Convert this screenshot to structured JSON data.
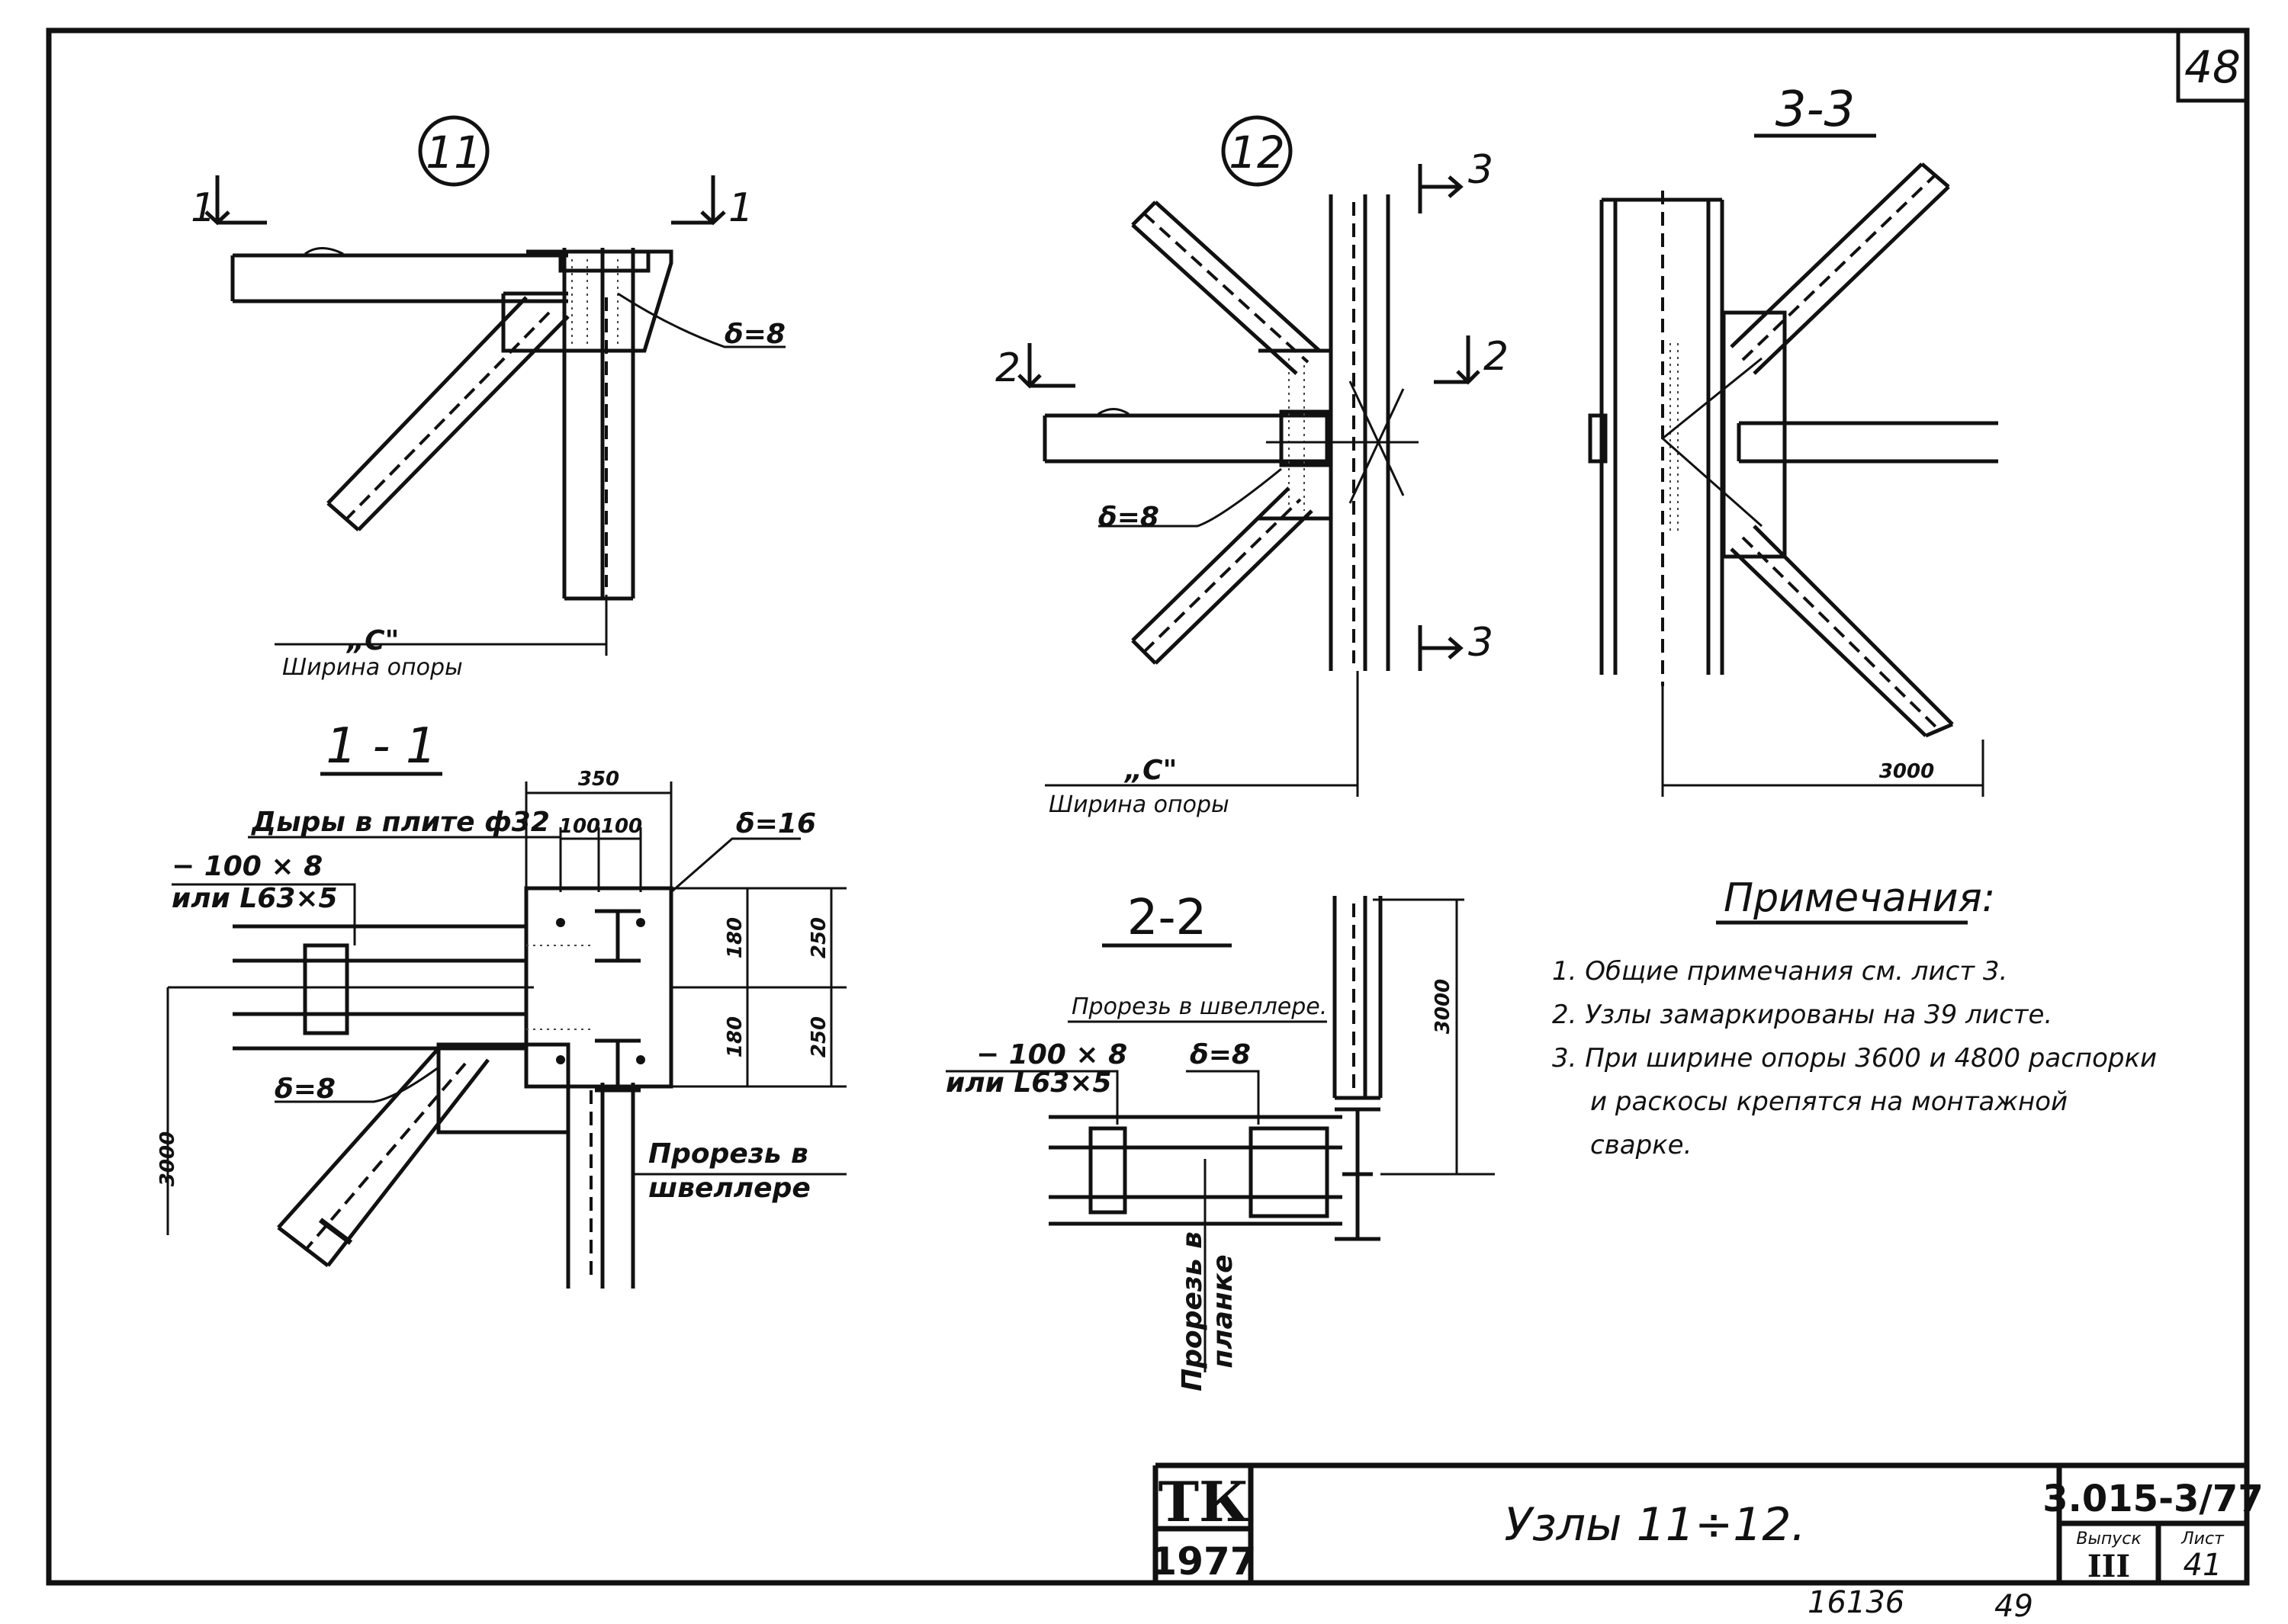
{
  "sheet_corner_number": "48",
  "nodes": {
    "node11": {
      "marker": "11",
      "section_marks": [
        "1",
        "1"
      ],
      "plate_label": "δ=8",
      "c_label": "„С\"",
      "width_label": "Ширина опоры"
    },
    "node12": {
      "marker": "12",
      "section_marks_3": [
        "3",
        "3"
      ],
      "section_marks_2": [
        "2",
        "2"
      ],
      "plate_label": "δ=8",
      "c_label": "„С\"",
      "width_label": "Ширина опоры"
    }
  },
  "section_1_1": {
    "title": "1 - 1",
    "holes_label": "Дыры в плите ф32",
    "plate_label": "δ=16",
    "bar_label_1": "− 100 × 8",
    "bar_label_2": "или L63×5",
    "gusset_label": "δ=8",
    "cut_label_1": "Прорезь в",
    "cut_label_2": "швеллере",
    "dim_350": "350",
    "dim_100a": "100",
    "dim_100b": "100",
    "dim_180a": "180",
    "dim_180b": "180",
    "dim_250a": "250",
    "dim_250b": "250",
    "dim_3000": "3000"
  },
  "section_2_2": {
    "title": "2-2",
    "cut_label": "Прорезь в швеллере.",
    "bar_label_1": "− 100 × 8",
    "bar_label_2": "или L63×5",
    "plate_label": "δ=8",
    "dim_3000": "3000",
    "plank_label_1": "Прорезь в",
    "plank_label_2": "планке"
  },
  "section_3_3": {
    "title": "3-3",
    "dim_3000": "3000"
  },
  "notes": {
    "title": "Примечания:",
    "items": [
      "1. Общие примечания см. лист 3.",
      "2. Узлы замаркированы на 39 листе.",
      "3. При ширине опоры 3600 и 4800 распорки",
      "и раскосы крепятся на монтажной",
      "сварке."
    ]
  },
  "title_block": {
    "org": "ТК",
    "year": "1977",
    "title": "Узлы 11÷12.",
    "code": "3.015-3/77",
    "issue_label": "Выпуск",
    "issue": "III",
    "sheet_label": "Лист",
    "sheet": "41"
  },
  "footer": {
    "left_number": "16136",
    "right_number": "49"
  }
}
